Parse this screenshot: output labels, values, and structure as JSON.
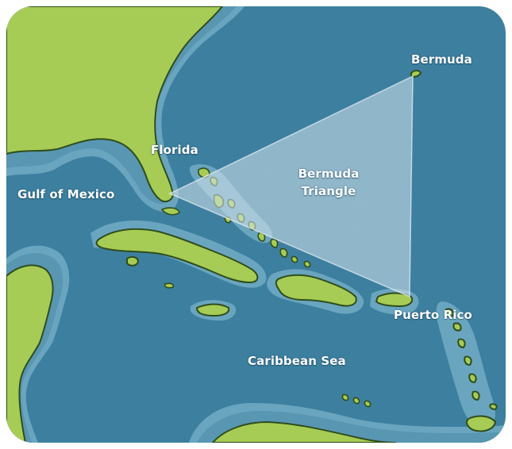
{
  "map": {
    "labels": {
      "bermuda": "Bermuda",
      "florida": "Florida",
      "gulf": "Gulf of Mexico",
      "triangle_line1": "Bermuda",
      "triangle_line2": "Triangle",
      "puerto_rico": "Puerto Rico",
      "caribbean": "Caribbean Sea"
    },
    "colors": {
      "ocean": "#3d7f9f",
      "shallow": "#5896b2",
      "shallow_outer": "#6aa5bf",
      "land": "#a7cc55",
      "land_outline": "#2f4d1c",
      "triangle_fill": "#d6e4ec",
      "label_text": "#ffffff"
    }
  }
}
